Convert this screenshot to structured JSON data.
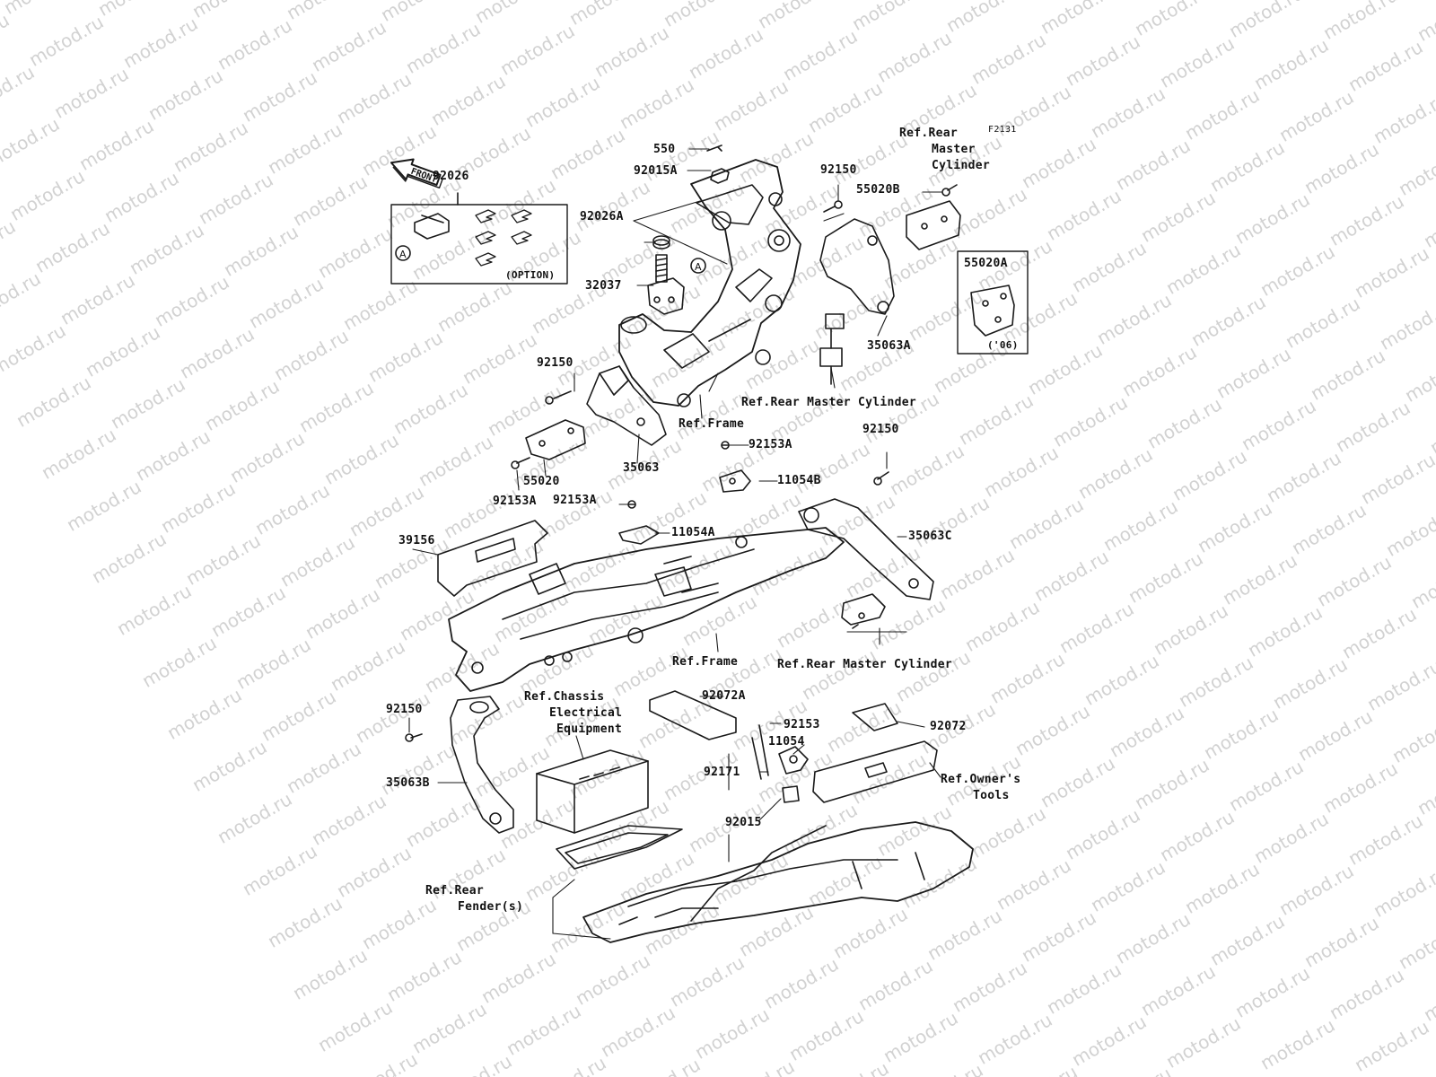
{
  "watermark": "motod.ru",
  "figure_code": "F2131",
  "front_arrow": "FRONT",
  "option_label": "(OPTION)",
  "year_label": "('06)",
  "marker_a": "A",
  "parts": {
    "p550": "550",
    "p92015A": "92015A",
    "p92026": "92026",
    "p92026A": "92026A",
    "p32037": "32037",
    "p92150_top": "92150",
    "p55020B": "55020B",
    "p55020A": "55020A",
    "p35063A": "35063A",
    "p92150_left": "92150",
    "p55020": "55020",
    "p35063": "35063",
    "p92153A_left": "92153A",
    "p92153A_mid": "92153A",
    "p11054A": "11054A",
    "p92153A_top": "92153A",
    "p11054B": "11054B",
    "p92150_right": "92150",
    "p35063C": "35063C",
    "p39156": "39156",
    "p92150_low": "92150",
    "p35063B": "35063B",
    "p92072A": "92072A",
    "p92153": "92153",
    "p11054": "11054",
    "p92171": "92171",
    "p92015": "92015",
    "p92072": "92072"
  },
  "refs": {
    "rear_master_cyl_top": [
      "Ref.Rear",
      "Master",
      "Cylinder"
    ],
    "rear_master_cyl_mid": "Ref.Rear Master Cylinder",
    "frame_top": "Ref.Frame",
    "frame_mid": "Ref.Frame",
    "rear_master_cyl_low": "Ref.Rear Master Cylinder",
    "chassis_elec": [
      "Ref.Chassis",
      "Electrical",
      "Equipment"
    ],
    "owners_tools": [
      "Ref.Owner's",
      "Tools"
    ],
    "rear_fender": [
      "Ref.Rear",
      "Fender(s)"
    ]
  },
  "colors": {
    "line": "#1a1a1a",
    "watermark": "#d2d2d2",
    "background": "#ffffff"
  }
}
